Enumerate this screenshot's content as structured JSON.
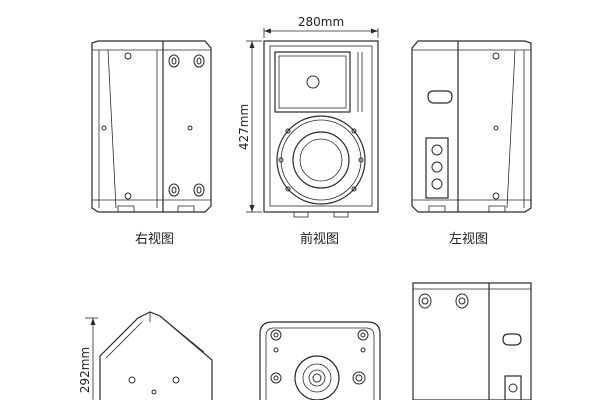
{
  "dimensions": {
    "width": "280mm",
    "height": "427mm",
    "depth_height": "292mm"
  },
  "view_labels": {
    "right": "右视图",
    "front": "前视图",
    "left": "左视图"
  }
}
